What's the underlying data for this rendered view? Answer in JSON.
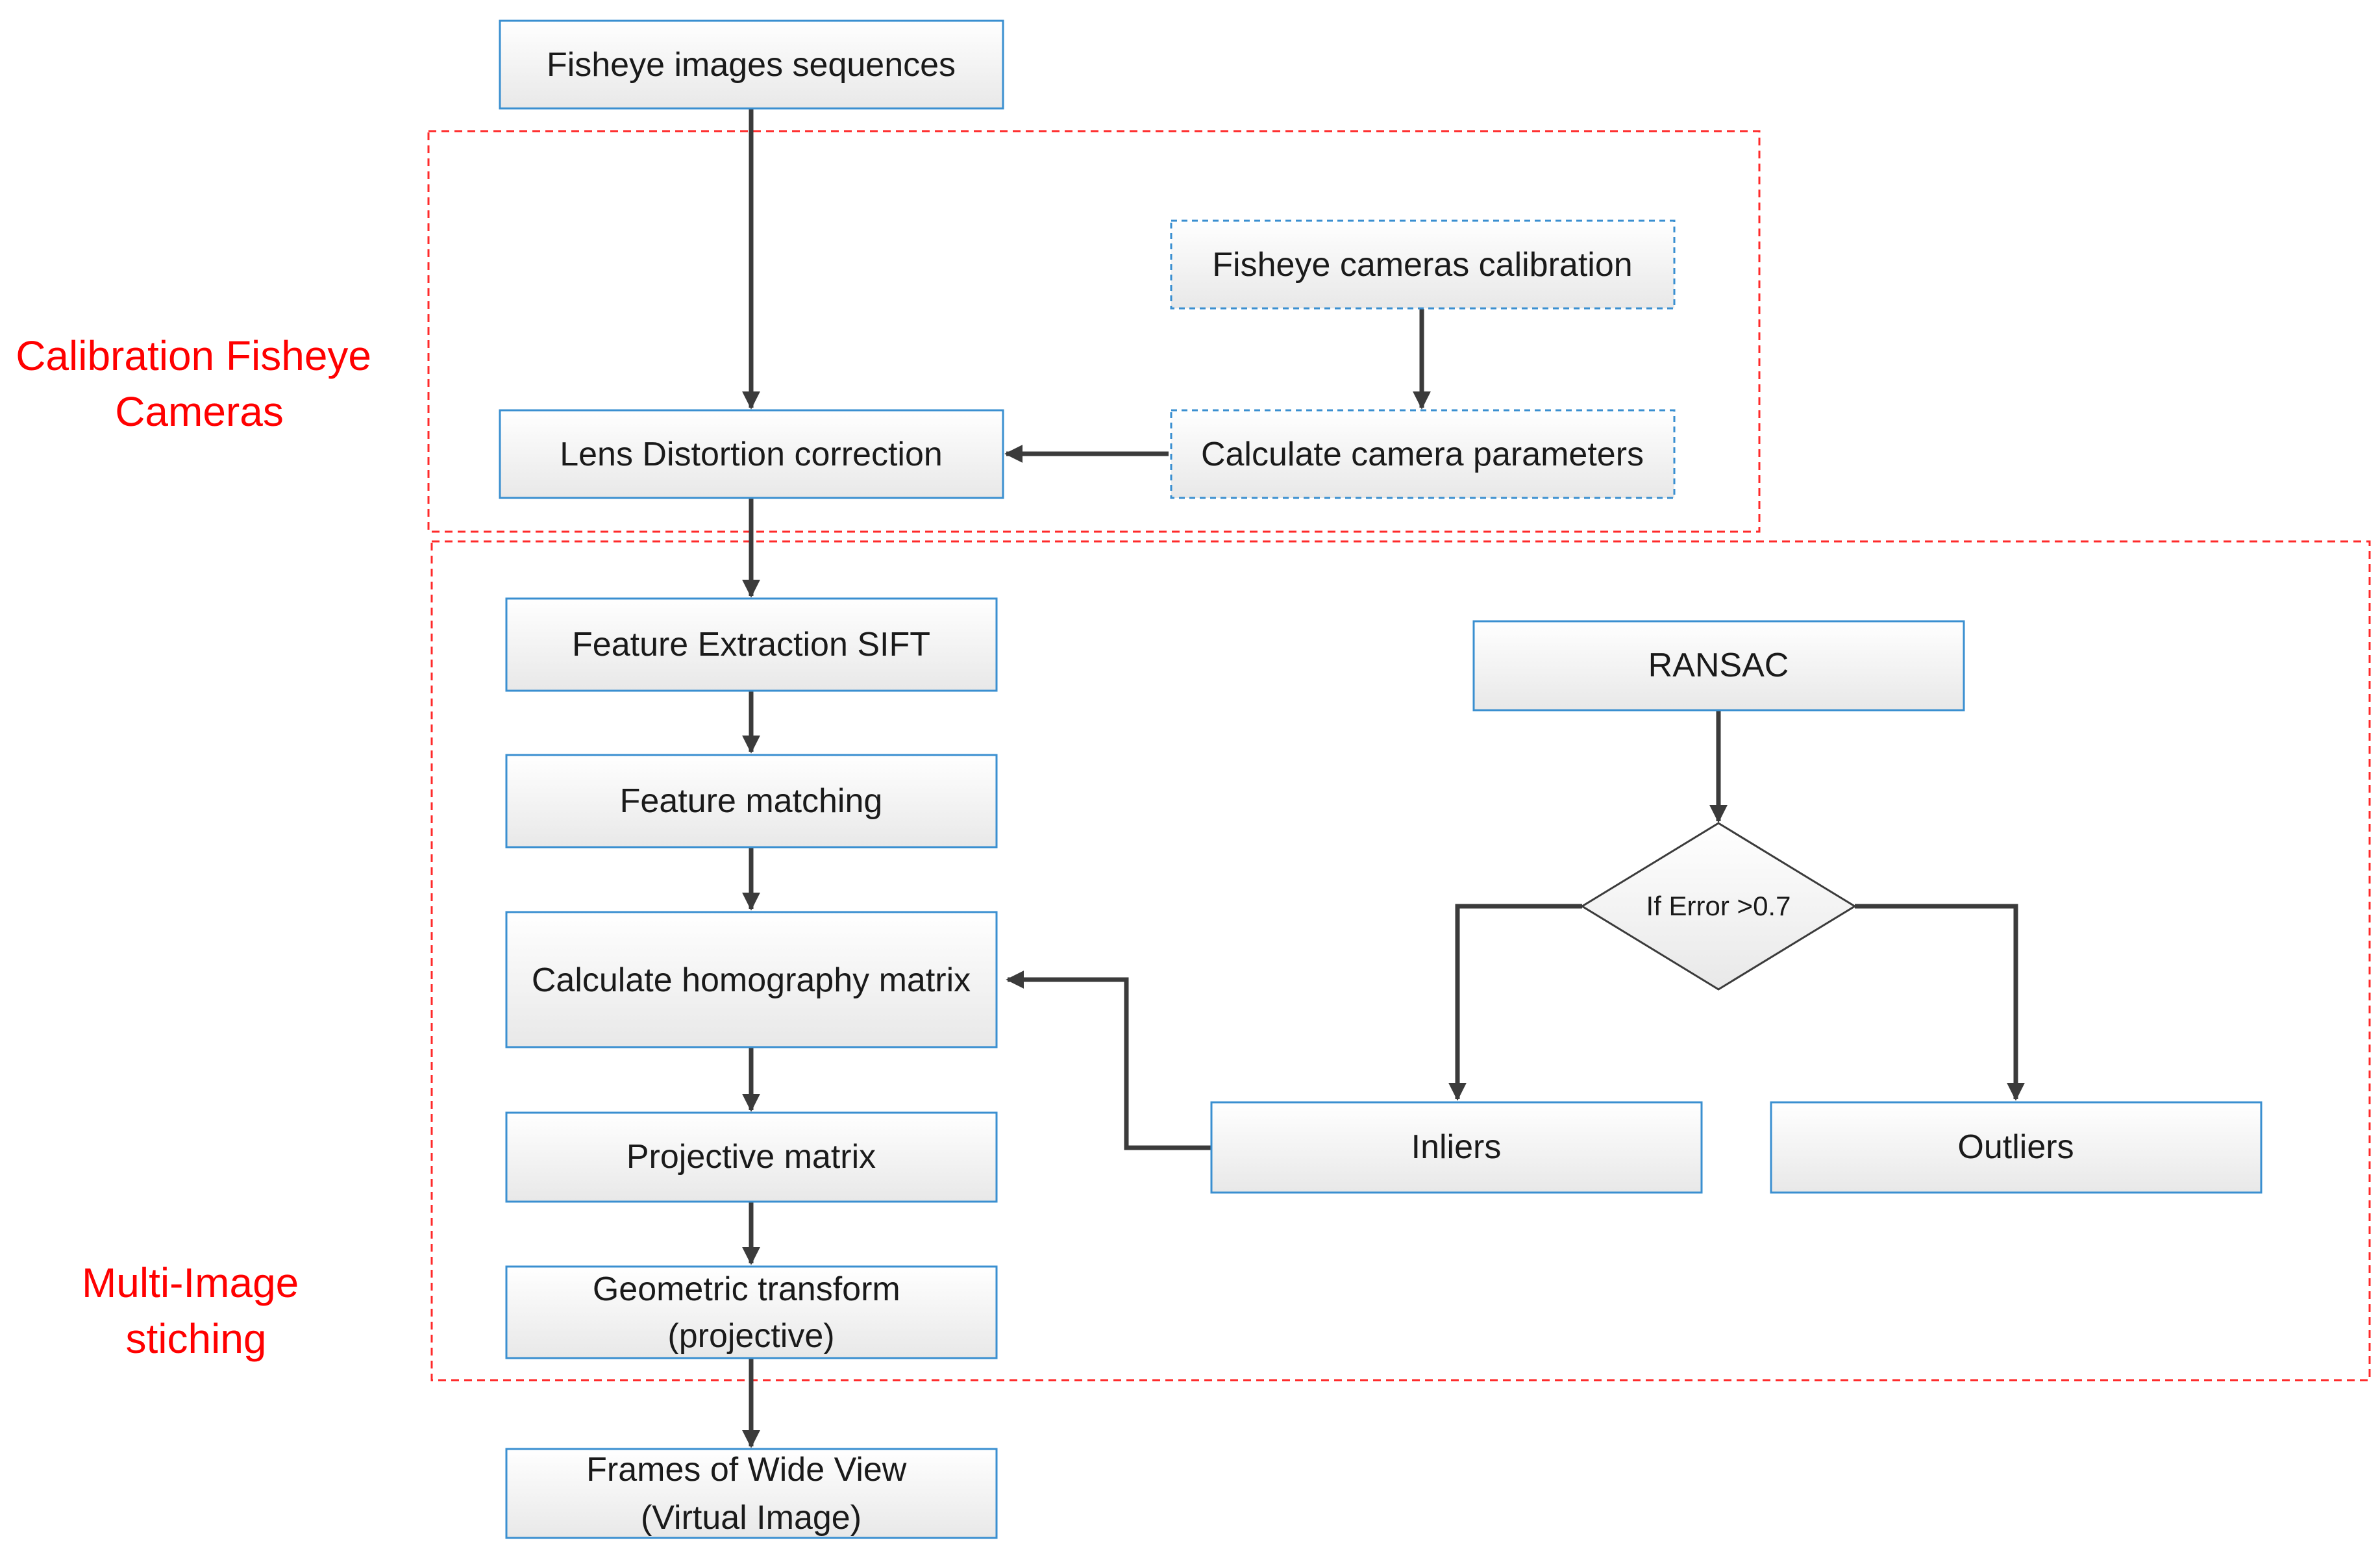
{
  "sections": {
    "calibration": [
      "Calibration Fisheye",
      "Cameras"
    ],
    "stitching": [
      "Multi-Image",
      "stiching"
    ]
  },
  "nodes": {
    "input": "Fisheye images sequences",
    "lens_correction": "Lens Distortion correction",
    "cam_calibration": "Fisheye cameras calibration",
    "cam_params": "Calculate camera parameters",
    "feature_extraction": "Feature Extraction SIFT",
    "feature_matching": "Feature matching",
    "homography": "Calculate homography matrix",
    "projective_matrix": "Projective matrix",
    "geometric_transform": [
      "Geometric transform",
      "(projective)"
    ],
    "output": [
      "Frames of Wide View",
      "(Virtual Image)"
    ],
    "ransac": "RANSAC",
    "decision": "If Error >0.7",
    "inliers": "Inliers",
    "outliers": "Outliers"
  },
  "colors": {
    "box_border": "#3a8fd0",
    "region_border": "#ff2a2a",
    "section_text": "#ff0000",
    "arrow": "#3b3b3b"
  }
}
